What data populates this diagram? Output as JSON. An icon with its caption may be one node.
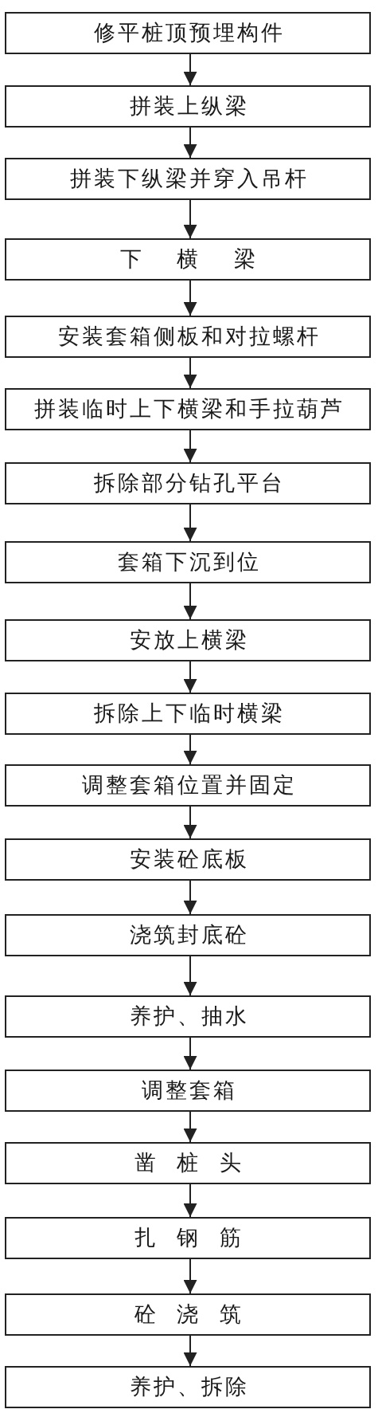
{
  "diagram": {
    "nodes": [
      {
        "text": [
          "修平桩顶预埋构件"
        ]
      },
      {
        "text": [
          "拼装上纵梁"
        ]
      },
      {
        "text": [
          "拼装下纵梁并穿入吊杆"
        ]
      },
      {
        "text": [
          "下 横 梁"
        ]
      },
      {
        "text": [
          "安装套箱侧板和对拉螺杆"
        ]
      },
      {
        "text": [
          "拼装临时上下横梁和手拉葫芦"
        ]
      },
      {
        "text": [
          "拆除部分钻孔平台"
        ]
      },
      {
        "text": [
          "套箱下沉到位"
        ]
      },
      {
        "text": [
          "安放上横梁"
        ]
      },
      {
        "text": [
          "拆除上下临时横梁"
        ]
      },
      {
        "text": [
          "调整套箱位置并固定"
        ]
      },
      {
        "text": [
          "安装砼底板"
        ]
      },
      {
        "text": [
          "浇筑封底砼"
        ]
      },
      {
        "text": [
          "养护、抽水"
        ]
      },
      {
        "text": [
          "调整套箱"
        ]
      },
      {
        "text": [
          "凿 桩 头"
        ]
      },
      {
        "text": [
          "扎 钢 筋"
        ]
      },
      {
        "text": [
          "砼 浇 筑"
        ]
      },
      {
        "text": [
          "养护、拆除"
        ]
      }
    ],
    "edges": [
      {
        "from": 0,
        "to": 1,
        "arrow": "to"
      },
      {
        "from": 1,
        "to": 2,
        "arrow": "to"
      },
      {
        "from": 2,
        "to": 3,
        "arrow": "to"
      },
      {
        "from": 3,
        "to": 4,
        "arrow": "to"
      },
      {
        "from": 4,
        "to": 5,
        "arrow": "to"
      },
      {
        "from": 5,
        "to": 6,
        "arrow": "to"
      },
      {
        "from": 6,
        "to": 7,
        "arrow": "to"
      },
      {
        "from": 7,
        "to": 8,
        "arrow": "to"
      },
      {
        "from": 8,
        "to": 9,
        "arrow": "to"
      },
      {
        "from": 9,
        "to": 10,
        "arrow": "to"
      },
      {
        "from": 10,
        "to": 11,
        "arrow": "to"
      },
      {
        "from": 11,
        "to": 12,
        "arrow": "to"
      },
      {
        "from": 12,
        "to": 13,
        "arrow": "to"
      },
      {
        "from": 13,
        "to": 14,
        "arrow": "to"
      },
      {
        "from": 14,
        "to": 15,
        "arrow": "to"
      },
      {
        "from": 15,
        "to": 16,
        "arrow": "to"
      },
      {
        "from": 16,
        "to": 17,
        "arrow": "to"
      },
      {
        "from": 17,
        "to": 18,
        "arrow": "to"
      }
    ]
  }
}
